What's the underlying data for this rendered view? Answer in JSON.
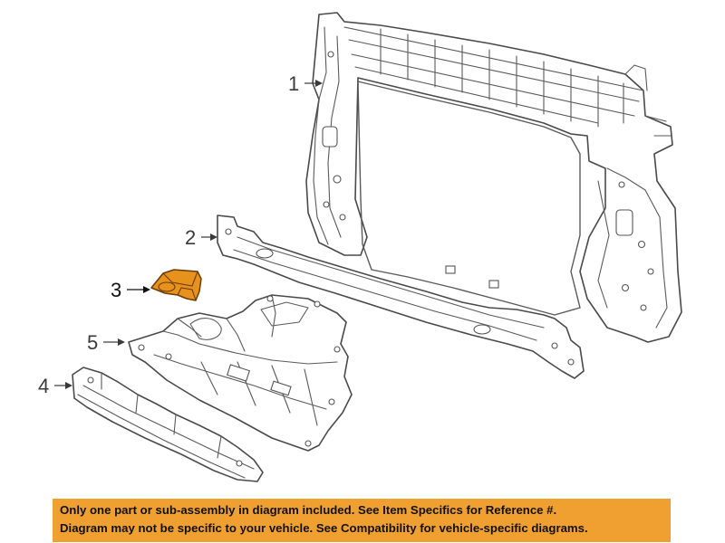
{
  "callouts": {
    "c1": "1",
    "c2": "2",
    "c3": "3",
    "c4": "4",
    "c5": "5"
  },
  "highlighted_part": "3",
  "highlight_color": "#E8921E",
  "banner": {
    "background": "#F0A030",
    "line1": "Only one part or sub-assembly in diagram included. See Item Specifics for Reference #.",
    "line2": "Diagram may not be specific to your vehicle. See Compatibility for vehicle-specific diagrams."
  }
}
